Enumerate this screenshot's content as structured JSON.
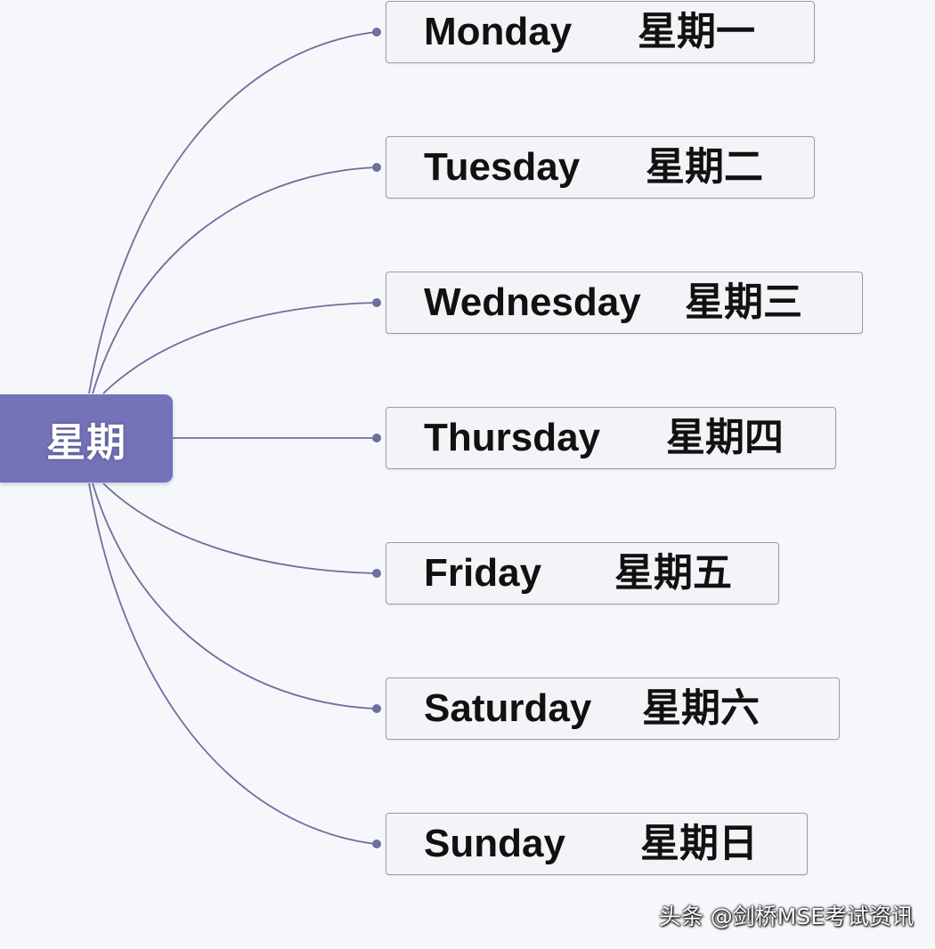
{
  "root": {
    "label": "星期"
  },
  "days": [
    {
      "en": "Monday",
      "zh": "星期一"
    },
    {
      "en": "Tuesday",
      "zh": "星期二"
    },
    {
      "en": "Wednesday",
      "zh": "星期三"
    },
    {
      "en": "Thursday",
      "zh": "星期四"
    },
    {
      "en": "Friday",
      "zh": "星期五"
    },
    {
      "en": "Saturday",
      "zh": "星期六"
    },
    {
      "en": "Sunday",
      "zh": "星期日"
    }
  ],
  "watermark": "头条 @剑桥MSE考试资讯",
  "colors": {
    "root_fill": "#7472b8",
    "connector": "#706e9a",
    "node_border": "#9b9bab",
    "background": "#f6f7fb"
  }
}
